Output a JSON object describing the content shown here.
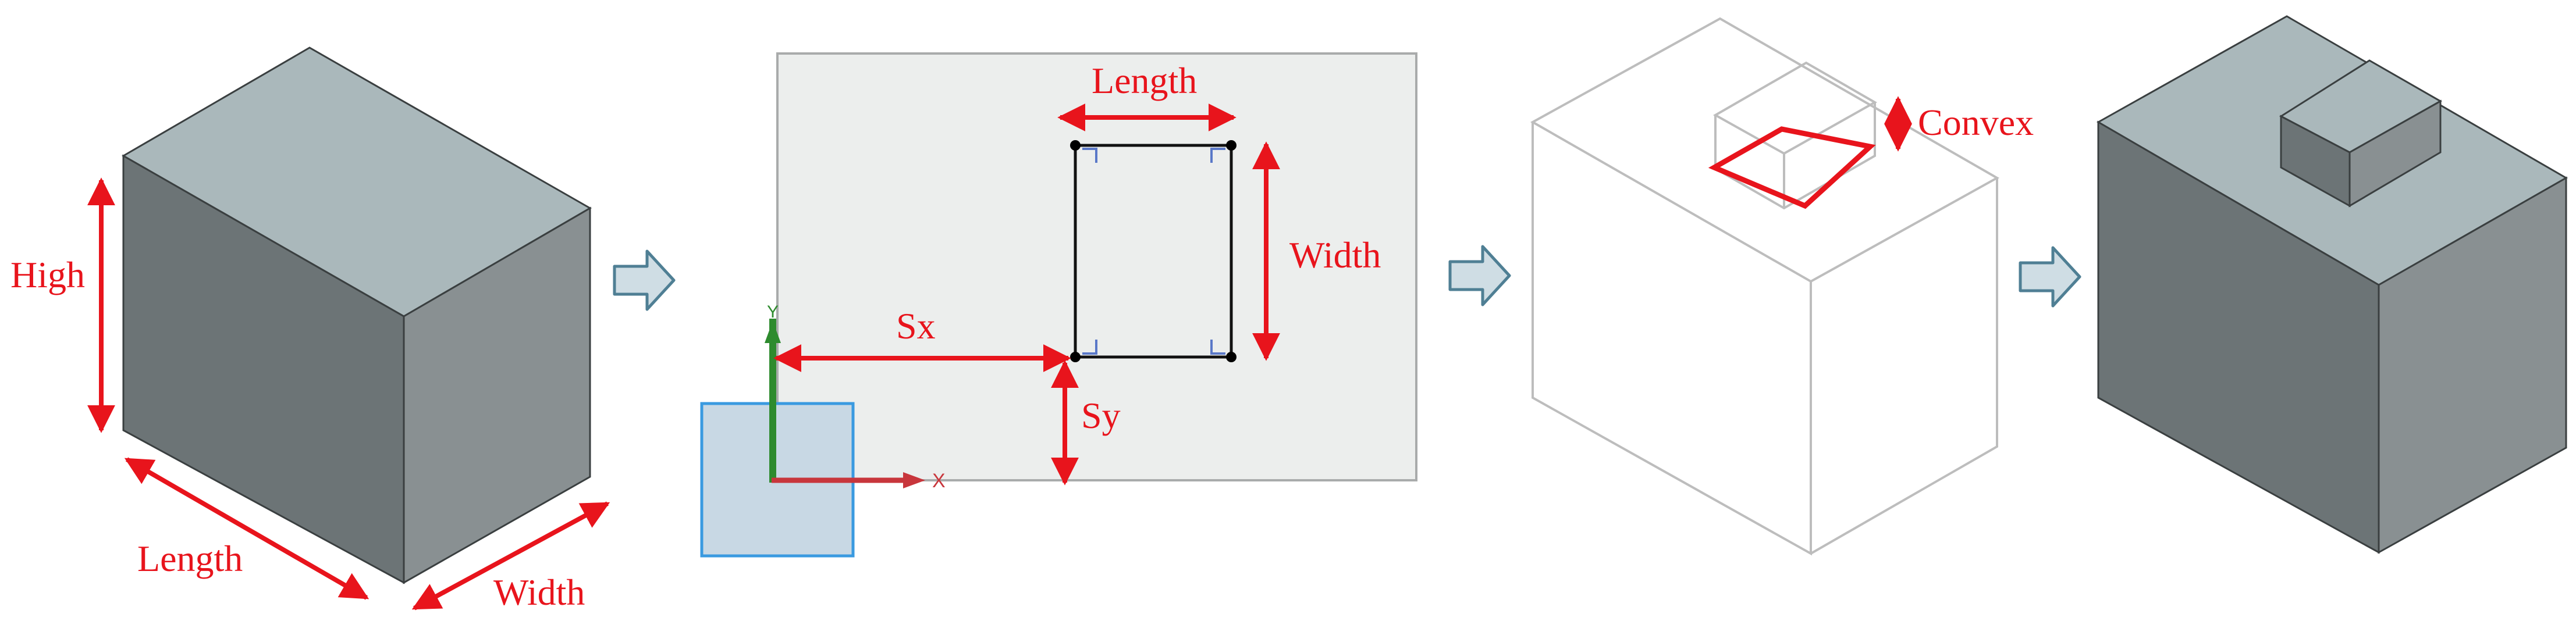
{
  "colors": {
    "background": "#ffffff",
    "dimension": "#e8141c",
    "box_top": "#aab8bb",
    "box_left": "#6c7476",
    "box_right": "#899092",
    "box_edge": "#3a3f40",
    "sketch_plane": "#eceeed",
    "plane_border": "#a9abab",
    "ref_plane": "#c8d8e4",
    "ref_plane_border": "#3a9ae0",
    "axis_y": "#2e8b2e",
    "axis_x": "#c8363c",
    "constraint": "#5a78c8",
    "wire": "#bdbdbd",
    "arrow_fill": "#cfdde4",
    "arrow_stroke": "#4f7f94"
  },
  "panel1": {
    "high_label": "High",
    "length_label": "Length",
    "width_label": "Width"
  },
  "panel2": {
    "length_label": "Length",
    "width_label": "Width",
    "sx_label": "Sx",
    "sy_label": "Sy",
    "y_axis_label": "Y",
    "x_axis_label": "X"
  },
  "panel3": {
    "convex_label": "Convex"
  },
  "flow_arrows": [
    "step-1-to-2",
    "step-2-to-3",
    "step-3-to-4"
  ]
}
